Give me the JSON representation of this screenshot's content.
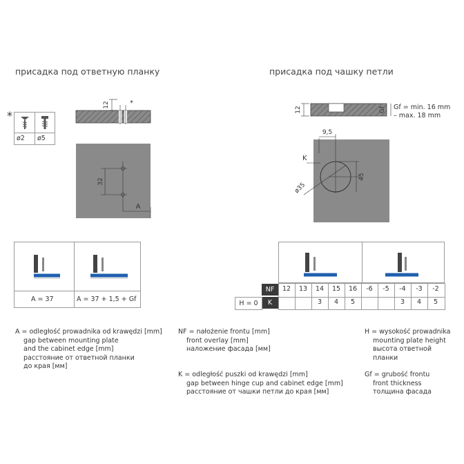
{
  "titles": {
    "left": "присадка под ответную планку",
    "right": "присадка под чашку петли"
  },
  "left_drawing": {
    "dim_12": "12",
    "star": "*",
    "dim_32": "32",
    "dim_A": "A"
  },
  "screw_table": {
    "star": "*",
    "d1": "ø2",
    "d2": "ø5"
  },
  "right_drawing": {
    "dim_12": "12",
    "dim_gf": "Gf",
    "gf_line1": "Gf = min. 16 mm",
    "gf_line2": "– max. 18 mm",
    "dim_95": "9,5",
    "dim_K": "K",
    "dim_35": "ø35",
    "dim_45": "45"
  },
  "formula_table": {
    "f1": "A = 37",
    "f2": "A = 37 + 1,5 + Gf"
  },
  "nf_table": {
    "nf_label": "NF",
    "k_label": "K",
    "h_label": "H = 0",
    "nf_values": [
      "12",
      "13",
      "14",
      "15",
      "16",
      "-6",
      "-5",
      "-4",
      "-3",
      "-2"
    ],
    "k_values": [
      "",
      "",
      "3",
      "4",
      "5",
      "",
      "",
      "3",
      "4",
      "5"
    ]
  },
  "legend": {
    "a": [
      "A = odległość prowadnika od krawędzi [mm]",
      "gap between mounting plate",
      "and the cabinet edge [mm]",
      "расстояние от ответной планки",
      "до края [мм]"
    ],
    "nf": [
      "NF = nałożenie frontu [mm]",
      "front overlay [mm]",
      "наложение фасада [мм]"
    ],
    "k": [
      "K = odległość puszki od krawędzi [mm]",
      "gap between hinge cup and cabinet edge [mm]",
      "расстояние от чашки петли до края [мм]"
    ],
    "h": [
      "H = wysokość prowadnika",
      "mounting plate height",
      "высота ответной",
      "планки"
    ],
    "gf": [
      "Gf = grubość frontu",
      "front thickness",
      "толщина фасада"
    ]
  },
  "colors": {
    "gray_panel": "#8a8a8a",
    "blue_base": "#1f5fae",
    "dark_header": "#3a3a3a"
  }
}
